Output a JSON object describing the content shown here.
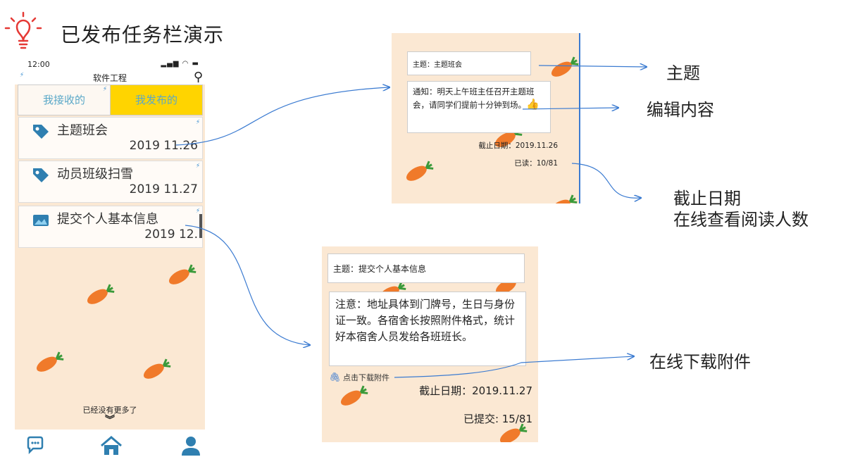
{
  "page_title": "已发布任务栏演示",
  "phone": {
    "status_time": "12:00",
    "header_title": "软件工程",
    "tabs": [
      "我接收的",
      "我发布的"
    ],
    "items": [
      {
        "title": "主题班会",
        "date": "2019 11.26"
      },
      {
        "title": "动员班级扫雪",
        "date": "2019 11.27"
      },
      {
        "title": "提交个人基本信息",
        "date": "2019 12."
      }
    ],
    "no_more": "已经没有更多了",
    "no_more_icon": "double-chevron-down-icon"
  },
  "card1": {
    "subject": "主题：主题班会",
    "content": "通知：明天上午班主任召开主题班会，请同学们提前十分钟到场。",
    "deadline": "截止日期：2019.11.26",
    "read": "已读：10/81"
  },
  "card2": {
    "subject": "主题：提交个人基本信息",
    "content": "注意：地址具体到门牌号，生日与身份证一致。各宿舍长按照附件格式，统计好本宿舍人员发给各班班长。",
    "download": "点击下载附件",
    "deadline": "截止日期：2019.11.27",
    "submitted": "已提交: 15/81"
  },
  "annotations": {
    "subject": "主题",
    "edit": "编辑内容",
    "deadline": "截止日期",
    "read_count": "在线查看阅读人数",
    "download": "在线下载附件"
  },
  "colors": {
    "accent_blue": "#3b7bd1",
    "tab_active": "#ffd400",
    "tab_text": "#5aa8c8",
    "background_peach": "#fbe8d3",
    "carrot_orange": "#f07a2a",
    "bulb_red": "#e53935"
  }
}
